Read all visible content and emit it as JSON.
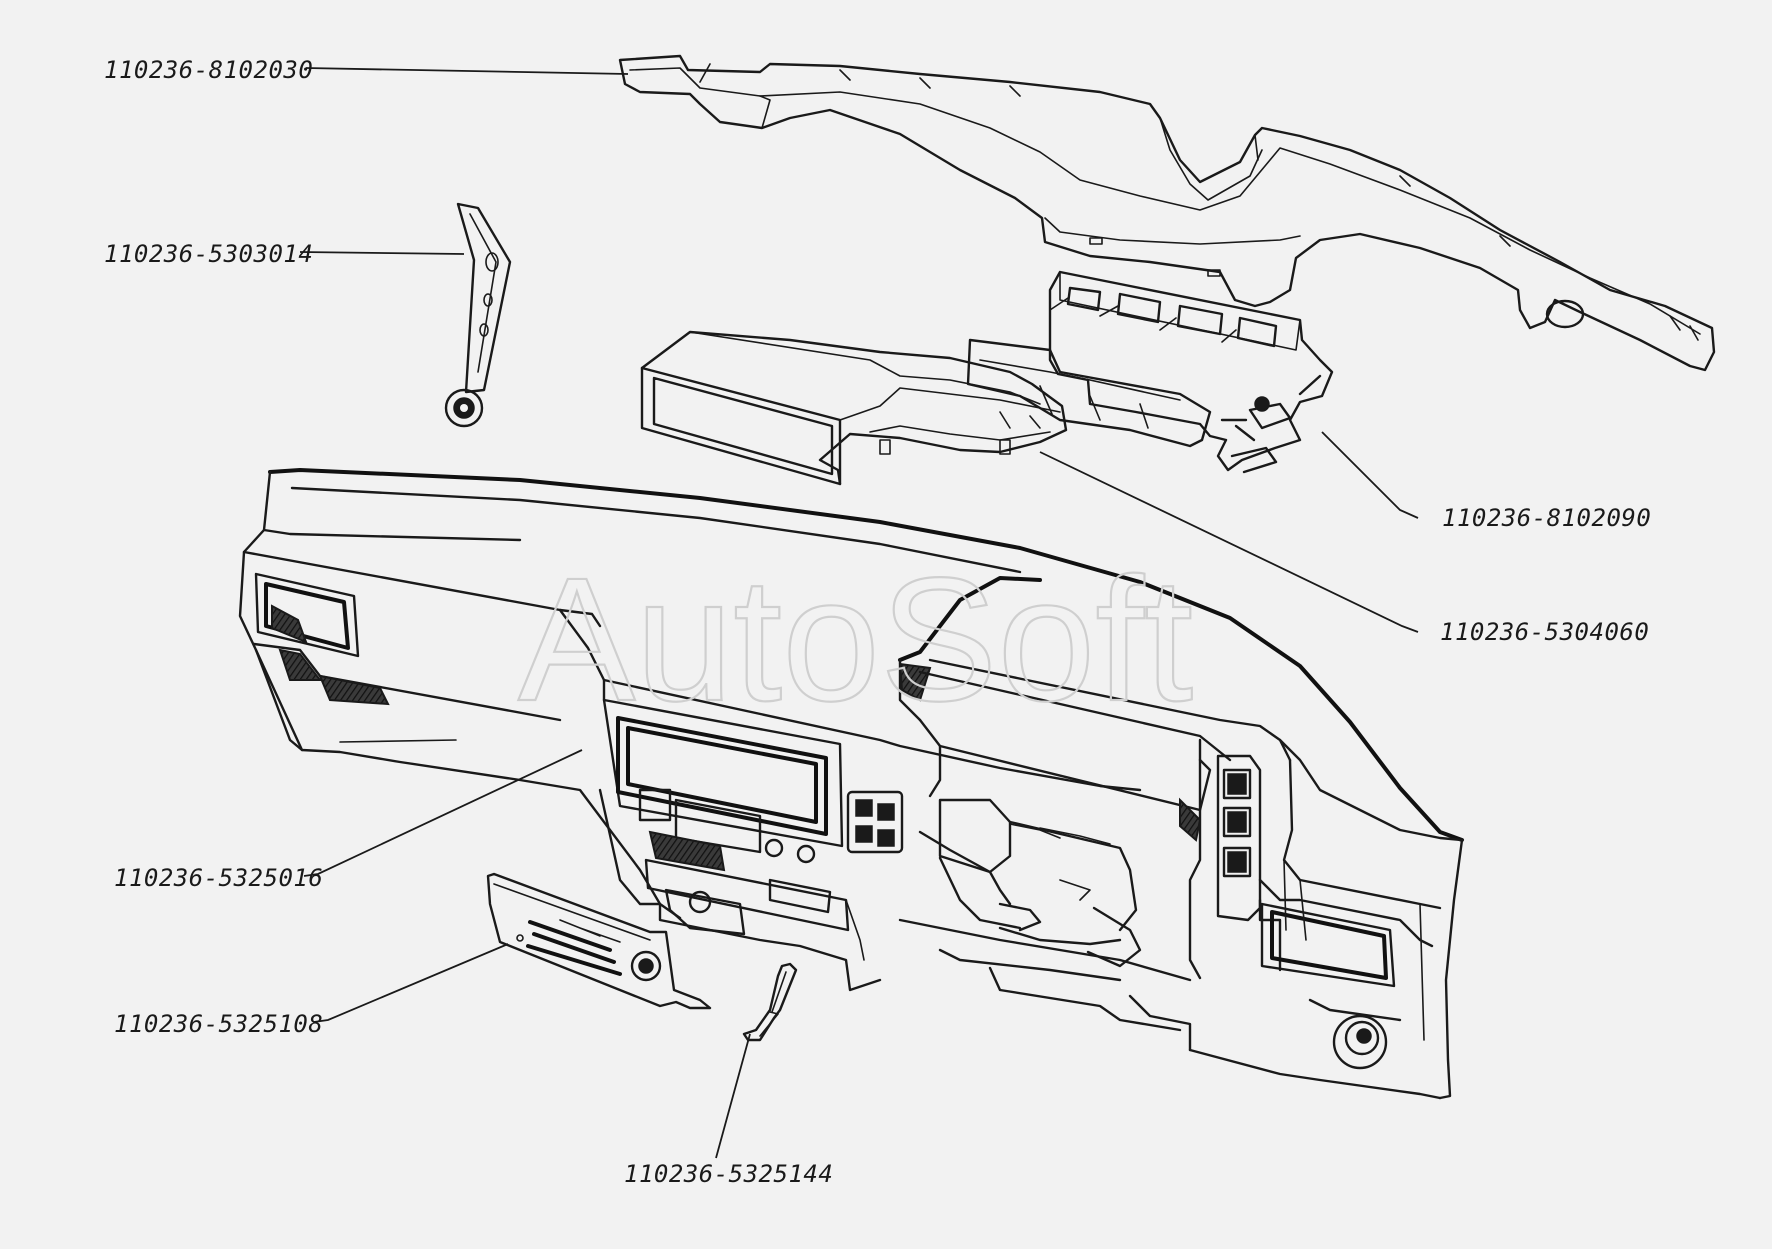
{
  "watermark": "AutoSoft",
  "parts": [
    {
      "id": "air-duct",
      "label": "110236-8102030"
    },
    {
      "id": "bracket",
      "label": "110236-5303014"
    },
    {
      "id": "heater-nozzle-block",
      "label": "110236-8102090"
    },
    {
      "id": "glovebox-duct",
      "label": "110236-5304060"
    },
    {
      "id": "instrument-panel",
      "label": "110236-5325016"
    },
    {
      "id": "cover-panel",
      "label": "110236-5325108"
    },
    {
      "id": "small-bracket",
      "label": "110236-5325144"
    }
  ]
}
